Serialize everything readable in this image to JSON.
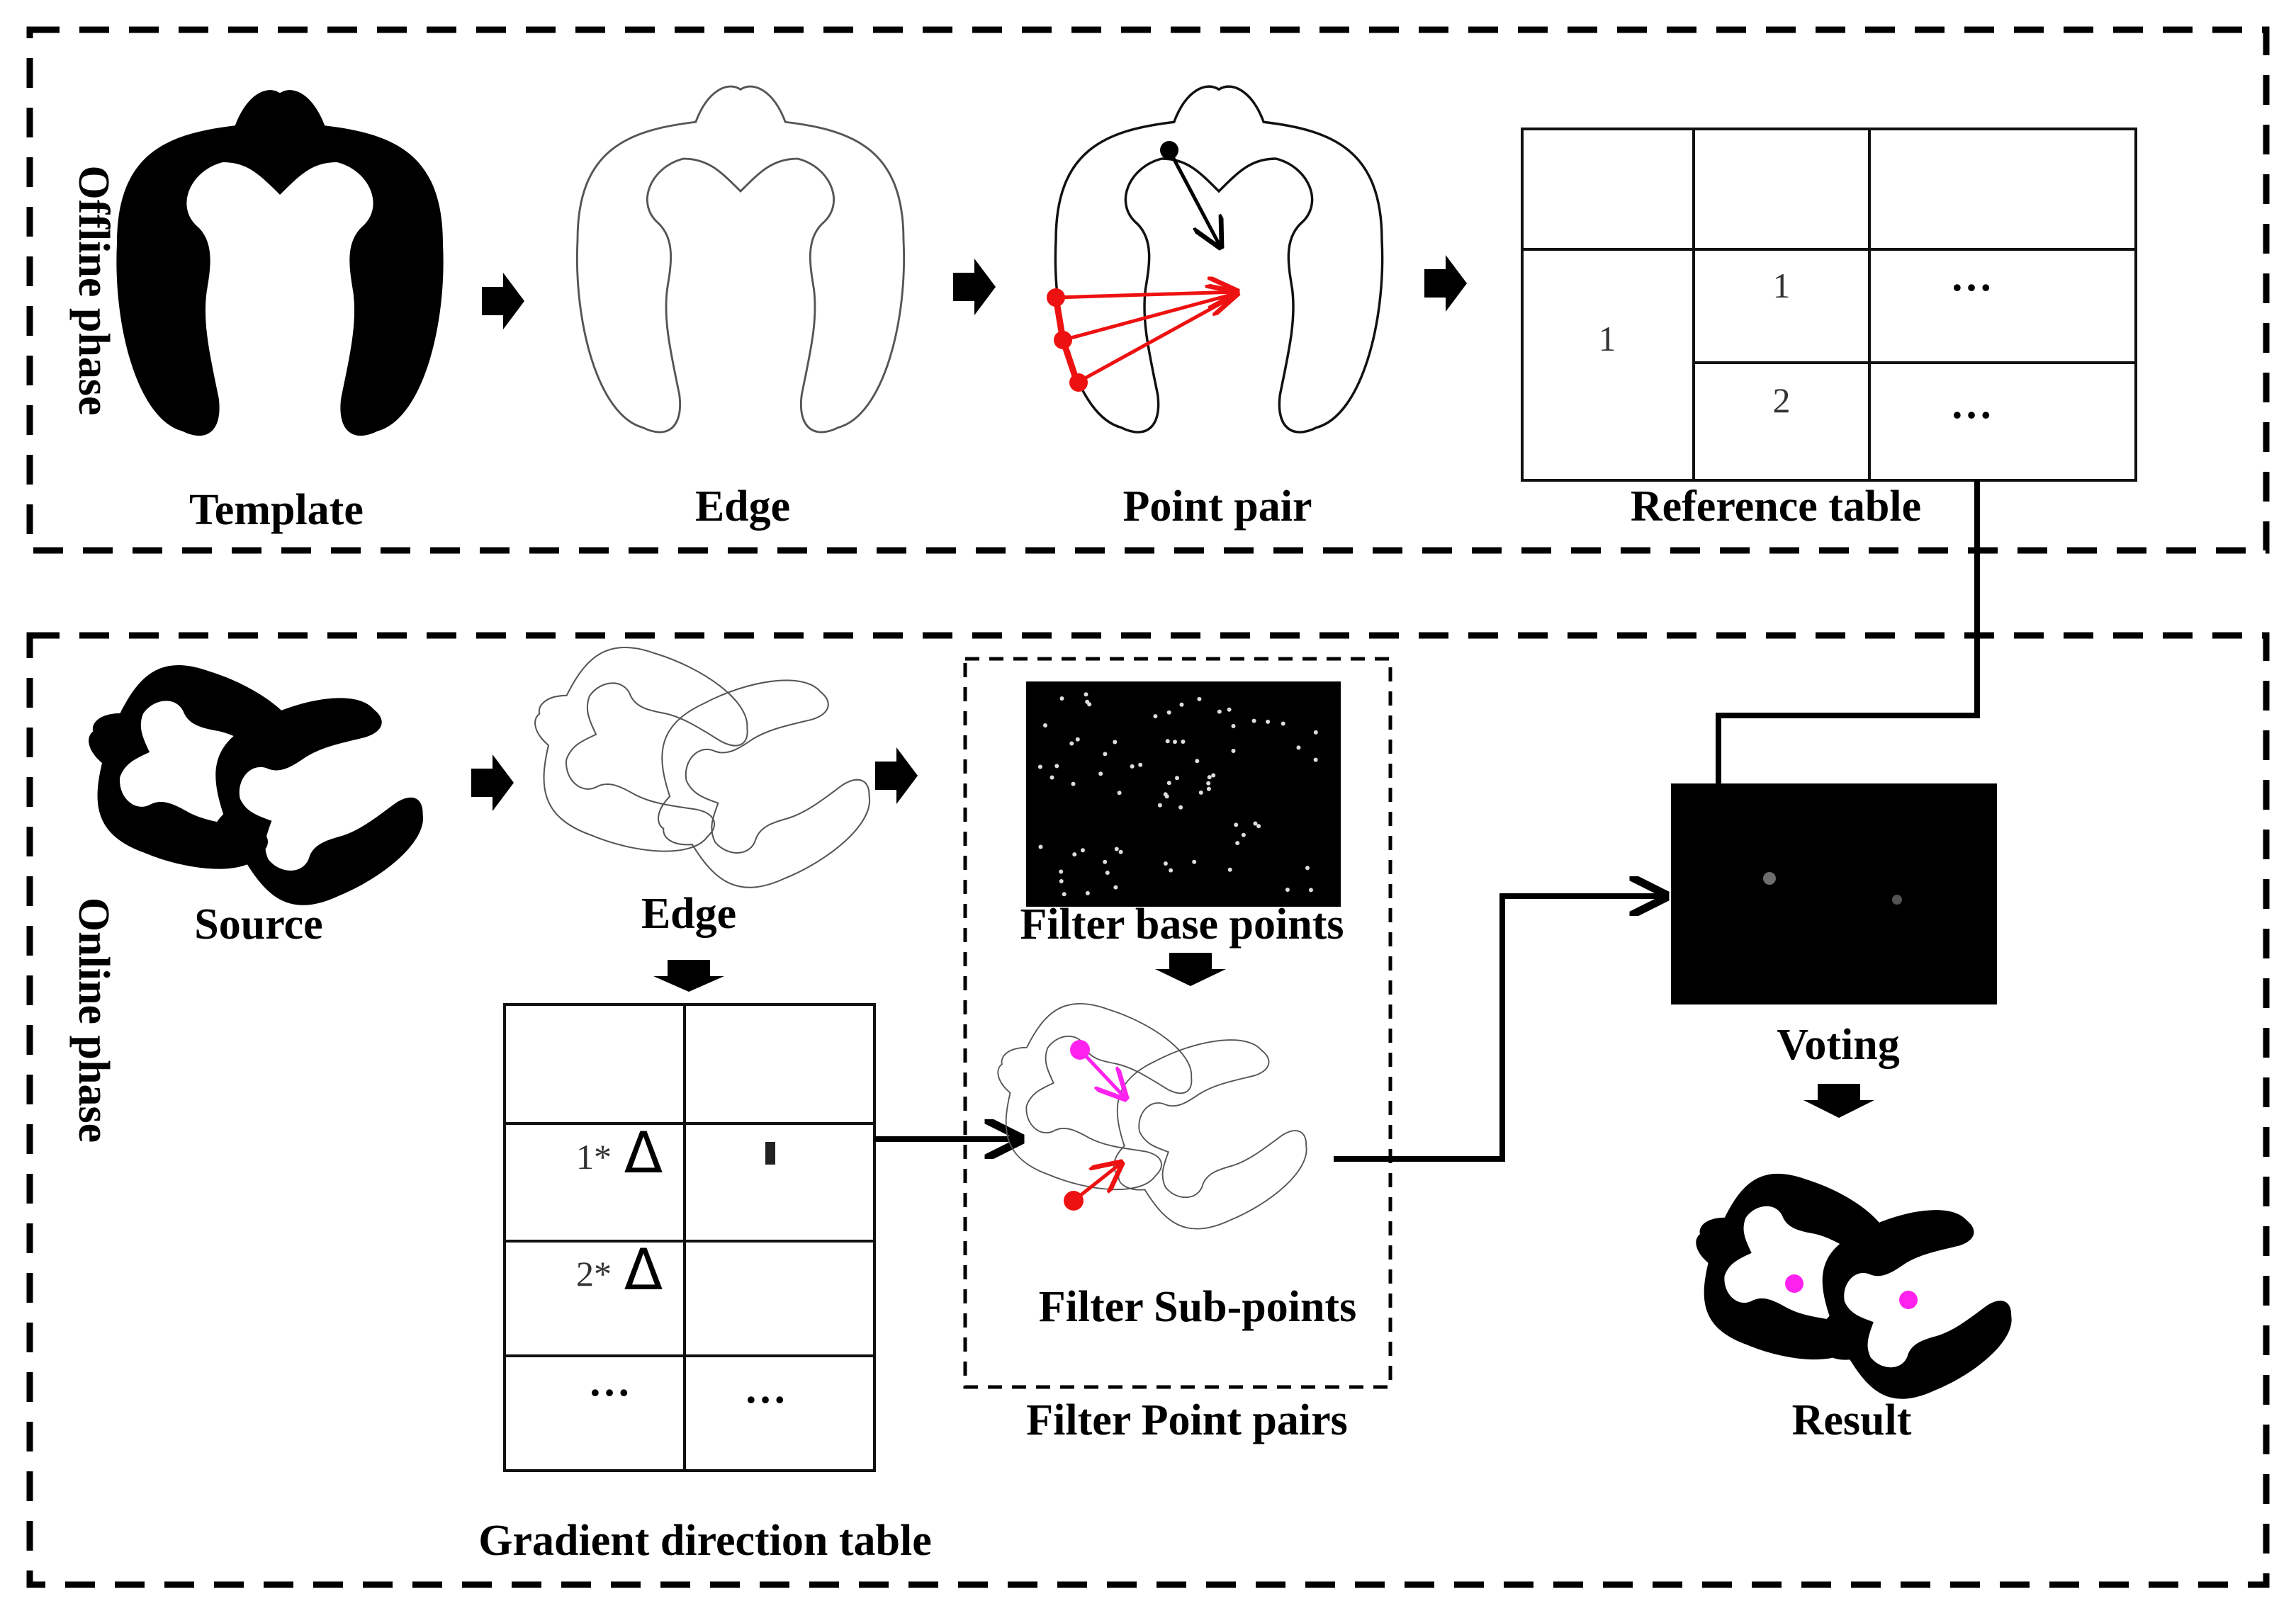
{
  "offline": {
    "title": "Offline phase",
    "labels": {
      "template": "Template",
      "edge": "Edge",
      "point_pair": "Point pair",
      "reference_table": "Reference table"
    },
    "reference_table": {
      "row_header": "1",
      "sub1": "1",
      "sub2": "2",
      "ellipsis": "…"
    }
  },
  "online": {
    "title": "Online phase",
    "labels": {
      "source": "Source",
      "edge": "Edge",
      "filter_base_points": "Filter base points",
      "filter_sub_points": "Filter Sub-points",
      "filter_point_pairs": "Filter Point pairs",
      "gradient_table": "Gradient direction table",
      "voting": "Voting",
      "result": "Result"
    },
    "gradient_table": {
      "r1": "1*",
      "r2": "2*",
      "delta": "Δ",
      "ellipsis": "…"
    }
  },
  "colors": {
    "frame": "#000000",
    "red": "#ee1111",
    "magenta": "#ff22ee",
    "panel_dark": "#000000"
  }
}
